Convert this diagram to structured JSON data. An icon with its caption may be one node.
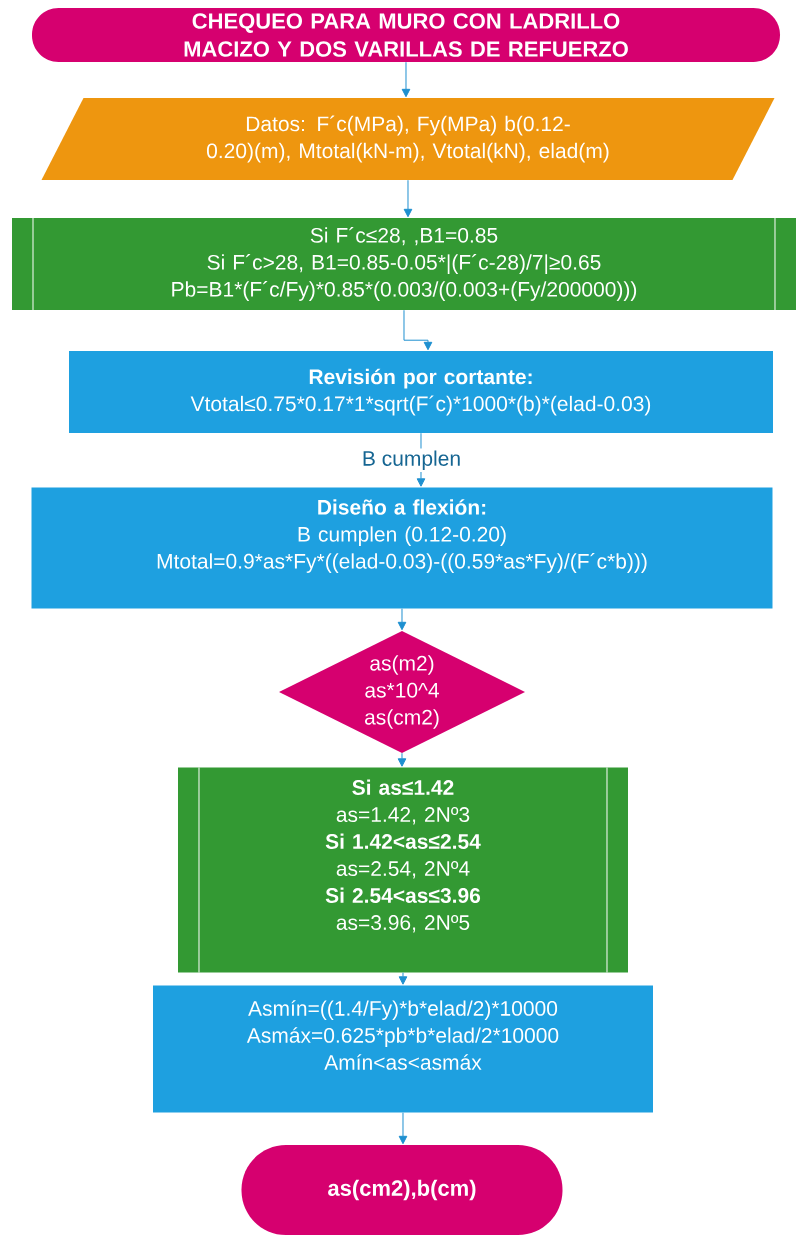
{
  "diagram": {
    "nodes": [
      {
        "text": [
          "CHEQUEO PARA MURO CON LADRILLO MACIZO Y DOS VARILLAS DE REFUERZO"
        ]
      },
      {
        "text": [
          "Datos: F´c(MPa), Fy(MPa) b(0.12-0.20)(m), Mtotal(kN-m), Vtotal(kN), elad(m)"
        ]
      },
      {
        "text": [
          "Si F´c≤28, ,B1=0.85",
          "Si F´c>28, B1=0.85-0.05*|(F´c-28)/7|≥0.65",
          "Pb=B1*(F´c/Fy)*0.85*(0.003/(0.003+(Fy/200000)))"
        ]
      },
      {
        "text": [
          "Revisión por cortante:",
          "Vtotal≤0.75*0.17*1*sqrt(F´c)*1000*(b)*(elad-0.03)"
        ]
      },
      {
        "text": [
          "Diseño a flexión:",
          "B cumplen (0.12-0.20)",
          "Mtotal=0.9*as*Fy*((elad-0.03)-((0.59*as*Fy)/(F´c*b)))"
        ]
      },
      {
        "text": [
          "as(m2)",
          "as*10^4",
          "as(cm2)"
        ]
      },
      {
        "text": [
          "Si as≤1.42",
          "as=1.42, 2Nº3",
          "Si 1.42<as≤2.54",
          "as=2.54, 2Nº4",
          "Si 2.54<as≤3.96",
          "as=3.96, 2Nº5"
        ]
      },
      {
        "text": [
          "Asmín=((1.4/Fy)*b*elad/2)*10000",
          "Asmáx=0.625*pb*b*elad/2*10000",
          "Amín<as<asmáx"
        ]
      },
      {
        "text": [
          "as(cm2),b(cm)"
        ]
      }
    ],
    "edges": [
      {
        "from": 0,
        "to": 1,
        "arrow": "to"
      },
      {
        "from": 1,
        "to": 2,
        "arrow": "to"
      },
      {
        "from": 2,
        "to": 3,
        "arrow": "to"
      },
      {
        "from": 3,
        "to": 4,
        "arrow": "to",
        "label": "B cumplen"
      },
      {
        "from": 4,
        "to": 5,
        "arrow": "to"
      },
      {
        "from": 5,
        "to": 6,
        "arrow": "to"
      },
      {
        "from": 6,
        "to": 7,
        "arrow": "to"
      },
      {
        "from": 7,
        "to": 8,
        "arrow": "to"
      }
    ]
  }
}
